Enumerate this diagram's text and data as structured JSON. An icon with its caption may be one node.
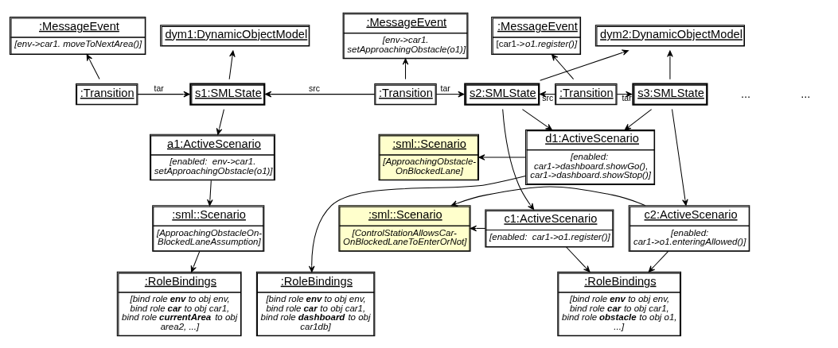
{
  "diagram": {
    "nodes": [
      {
        "text": [
          "dym1:DynamicObjectModel"
        ]
      },
      {
        "text": [
          "dym2:DynamicObjectModel"
        ]
      },
      {
        "text": [
          ":MessageEvent",
          "[env->car1. moveToNextArea()]"
        ]
      },
      {
        "text": [
          ":MessageEvent",
          "[env->car1. setApproachingObstacle(o1)]"
        ]
      },
      {
        "text": [
          ":MessageEvent",
          "[car1->*o1.register()]*"
        ]
      },
      {
        "text": [
          ":Transition"
        ]
      },
      {
        "text": [
          "s1:SMLState"
        ]
      },
      {
        "text": [
          ":Transition"
        ]
      },
      {
        "text": [
          "s2:SMLState"
        ]
      },
      {
        "text": [
          ":Transition"
        ]
      },
      {
        "text": [
          "s3:SMLState"
        ]
      },
      {
        "text": [
          "a1:ActiveScenario",
          "[enabled:  env->car1. setApproachingObstacle(o1)]"
        ]
      },
      {
        "text": [
          ":sml::Scenario",
          "[ApproachingObstacle- OnBlockedLane]"
        ]
      },
      {
        "text": [
          "d1:ActiveScenario",
          "[enabled:  car1->dashboard.showGo(), car1->dashboard.showStop()]"
        ]
      },
      {
        "text": [
          ":sml::Scenario",
          "[ApproachingObstacleOn- BlockedLaneAssumption]"
        ]
      },
      {
        "text": [
          ":sml::Scenario",
          "[ControlStationAllowsCar- OnBlockedLaneToEnterOrNot]"
        ]
      },
      {
        "text": [
          "c1:ActiveScenario",
          "[enabled:  car1->o1.register()]"
        ]
      },
      {
        "text": [
          "c2:ActiveScenario",
          "[enabled: car1->o1.enteringAllowed()]"
        ]
      },
      {
        "text": [
          ":RoleBindings",
          "[bind role **env** to obj env, bind role **car** to obj car1, bind role **currentArea** to obj area2, ...]"
        ]
      },
      {
        "text": [
          ":RoleBindings",
          "[bind role **env** to obj env, bind role **car** to obj car1, bind role **dashboard** to obj car1db]"
        ]
      },
      {
        "text": [
          ":RoleBindings",
          "[bind role **env** to obj env, bind role **car** to obj car1, bind role **obstacle** to obj o1, ...]"
        ]
      }
    ],
    "edges": [
      {
        "from": 5,
        "to": 2,
        "arrow": "to"
      },
      {
        "from": 5,
        "to": 6,
        "arrow": "to",
        "label": "tar"
      },
      {
        "from": 6,
        "to": 0,
        "arrow": "to"
      },
      {
        "from": 7,
        "to": 3,
        "arrow": "to"
      },
      {
        "from": 7,
        "to": 6,
        "arrow": "to",
        "label": "src"
      },
      {
        "from": 7,
        "to": 8,
        "arrow": "to",
        "label": "tar"
      },
      {
        "from": 8,
        "to": 1,
        "arrow": "to"
      },
      {
        "from": 9,
        "to": 4,
        "arrow": "to"
      },
      {
        "from": 9,
        "to": 8,
        "arrow": "to",
        "label": "src"
      },
      {
        "from": 9,
        "to": 10,
        "arrow": "to",
        "label": "tar"
      },
      {
        "from": 10,
        "to": 1,
        "arrow": "to"
      },
      {
        "from": 6,
        "to": 11,
        "arrow": "to"
      },
      {
        "from": 8,
        "to": 13,
        "arrow": "to"
      },
      {
        "from": 8,
        "to": 16,
        "arrow": "to"
      },
      {
        "from": 10,
        "to": 13,
        "arrow": "to"
      },
      {
        "from": 10,
        "to": 17,
        "arrow": "to"
      },
      {
        "from": 13,
        "to": 12,
        "arrow": "to"
      },
      {
        "from": 11,
        "to": 14,
        "arrow": "to"
      },
      {
        "from": 14,
        "to": 18,
        "arrow": "to"
      },
      {
        "from": 16,
        "to": 15,
        "arrow": "to"
      },
      {
        "from": 13,
        "to": 19,
        "arrow": "to"
      },
      {
        "from": 17,
        "to": 15,
        "arrow": "to"
      },
      {
        "from": 16,
        "to": 20,
        "arrow": "to"
      },
      {
        "from": 17,
        "to": 20,
        "arrow": "to"
      }
    ],
    "labels": [
      "...",
      "..."
    ]
  }
}
